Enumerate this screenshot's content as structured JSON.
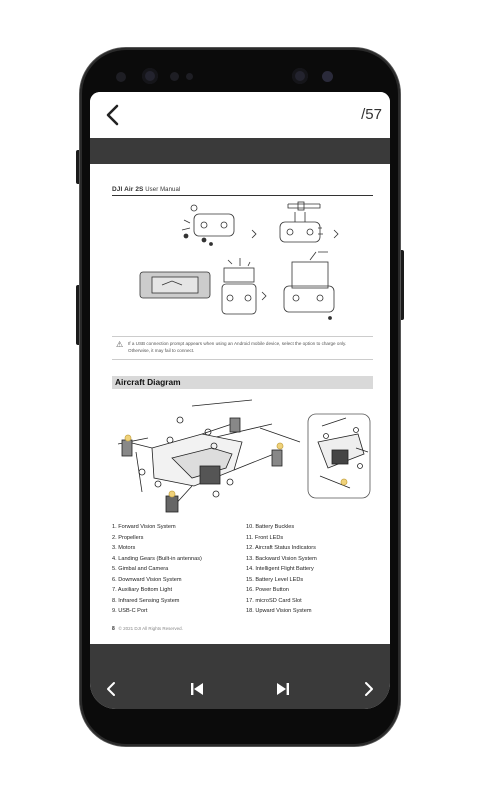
{
  "app": {
    "page_indicator": "/57",
    "icons": {
      "back": "chevron-left-icon",
      "prev": "chevron-left-icon",
      "first": "skip-previous-icon",
      "last": "skip-next-icon",
      "next": "chevron-right-icon"
    }
  },
  "document": {
    "header_bold": "DJI Air 2S",
    "header_rest": "User Manual",
    "note_text": "If a USB connection prompt appears when using an Android mobile device, select the option to charge only. Otherwise, it may fail to connect.",
    "note_symbol": "⚠",
    "section_title": "Aircraft Diagram",
    "legend_left": [
      "1. Forward Vision System",
      "2. Propellers",
      "3. Motors",
      "4. Landing Gears (Built-in antennas)",
      "5. Gimbal and Camera",
      "6. Downward Vision System",
      "7. Auxiliary Bottom Light",
      "8. Infrared Sensing System",
      "9. USB-C Port"
    ],
    "legend_right": [
      "10. Battery Buckles",
      "11. Front LEDs",
      "12. Aircraft Status Indicators",
      "13. Backward Vision System",
      "14. Intelligent Flight Battery",
      "15. Battery Level LEDs",
      "16. Power Button",
      "17. microSD Card Slot",
      "18. Upward Vision System"
    ],
    "page_number": "8",
    "copyright": "© 2021 DJI All Rights Reserved."
  }
}
